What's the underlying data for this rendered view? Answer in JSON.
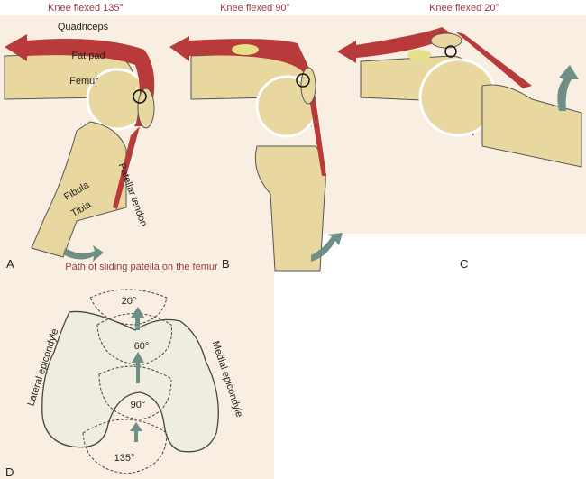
{
  "panels": {
    "a": {
      "title": "Knee flexed 135°",
      "letter": "A",
      "labels": {
        "quadriceps": "Quadriceps",
        "fat_pad": "Fat pad",
        "femur": "Femur",
        "fibula": "Fibula",
        "tibia": "Tibia",
        "patellar_tendon": "Patellar tendon"
      }
    },
    "b": {
      "title": "Knee flexed 90°",
      "letter": "B"
    },
    "c": {
      "title": "Knee flexed 20°",
      "letter": "C"
    },
    "d": {
      "title": "Path of sliding patella on the femur",
      "letter": "D",
      "lateral": "Lateral epicondyle",
      "medial": "Medial epicondyle",
      "angles": [
        "20°",
        "60°",
        "90°",
        "135°"
      ]
    }
  },
  "colors": {
    "background": "#f8efe2",
    "bone": "#e8d8a0",
    "muscle": "#b83a3a",
    "arrow": "#6f8f86",
    "title": "#9b3a45"
  }
}
